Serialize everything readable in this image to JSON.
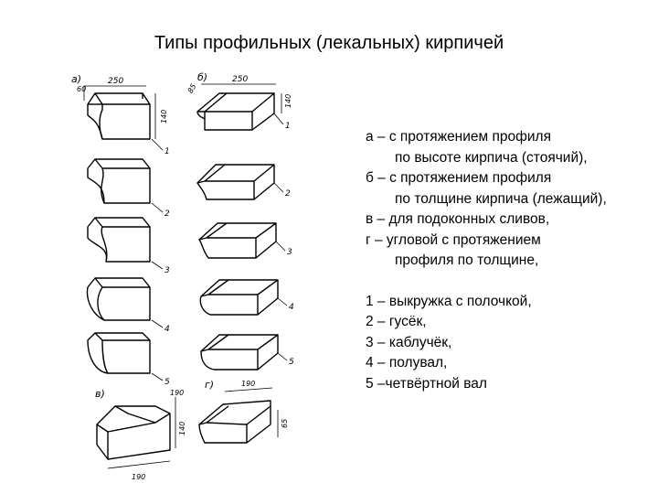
{
  "title": "Типы профильных (лекальных) кирпичей",
  "drawing": {
    "panel_labels": [
      "а)",
      "б)",
      "в)",
      "г)"
    ],
    "number_labels": [
      "1",
      "2",
      "3",
      "4",
      "5"
    ],
    "dimensions": [
      "250",
      "60",
      "140",
      "250",
      "85",
      "140",
      "190",
      "190",
      "140",
      "65"
    ]
  },
  "legend": {
    "types": [
      {
        "line1": "а – с протяжением профиля",
        "line2": "по высоте кирпича (стоячий),"
      },
      {
        "line1": "б – с протяжением профиля",
        "line2": "по толщине кирпича (лежащий),"
      },
      {
        "line1": "в – для подоконных сливов,",
        "line2": ""
      },
      {
        "line1": "г – угловой с протяжением",
        "line2": "профиля по толщине,"
      }
    ],
    "profiles": [
      "1 – выкружка с полочкой,",
      "2 – гусёк,",
      "3 – каблучёк,",
      "4 – полувал,",
      "5 –четвёртной вал"
    ]
  }
}
